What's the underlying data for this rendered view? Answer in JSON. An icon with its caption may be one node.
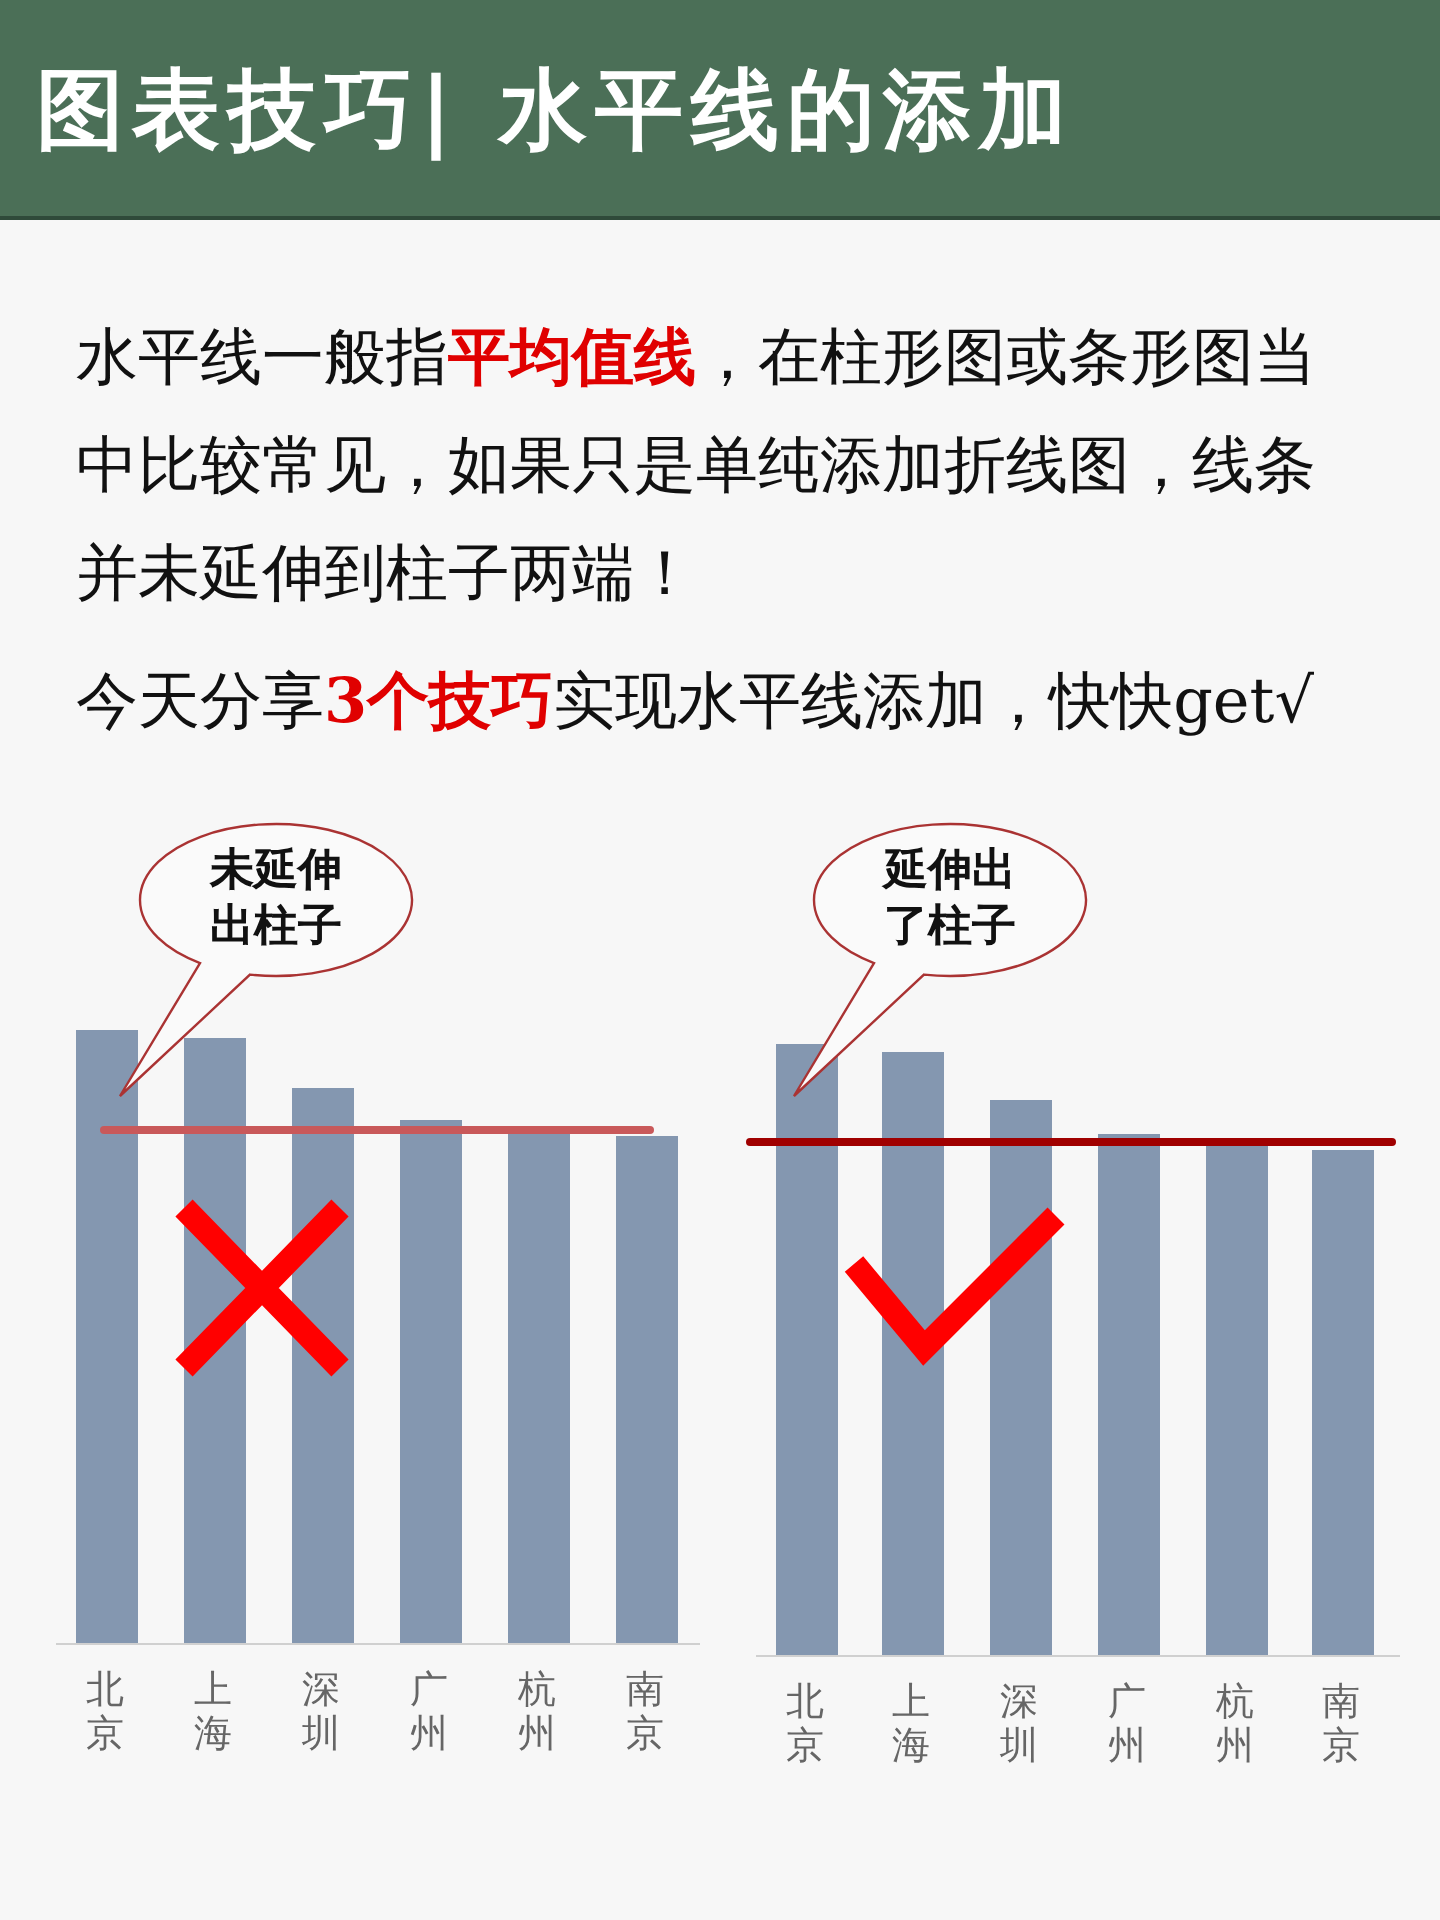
{
  "diagram": {
    "title": "图表技巧| 水平线的添加",
    "nodes": [
      {
        "text": [
          "未延伸出柱子"
        ]
      },
      {
        "text": [
          "延伸出了柱子"
        ]
      }
    ],
    "edges": [],
    "labels": [
      "水平线一般指**平均值线**，在柱形图或条形图当中比较常见，如果只是单纯添加折线图，线条并未延伸到柱子两端！",
      "今天分享**3个技巧**实现水平线添加，快快get√",
      "北京",
      "上海",
      "深圳",
      "广州",
      "杭州",
      "南京",
      "北京",
      "上海",
      "深圳",
      "广州",
      "杭州",
      "南京"
    ]
  }
}
